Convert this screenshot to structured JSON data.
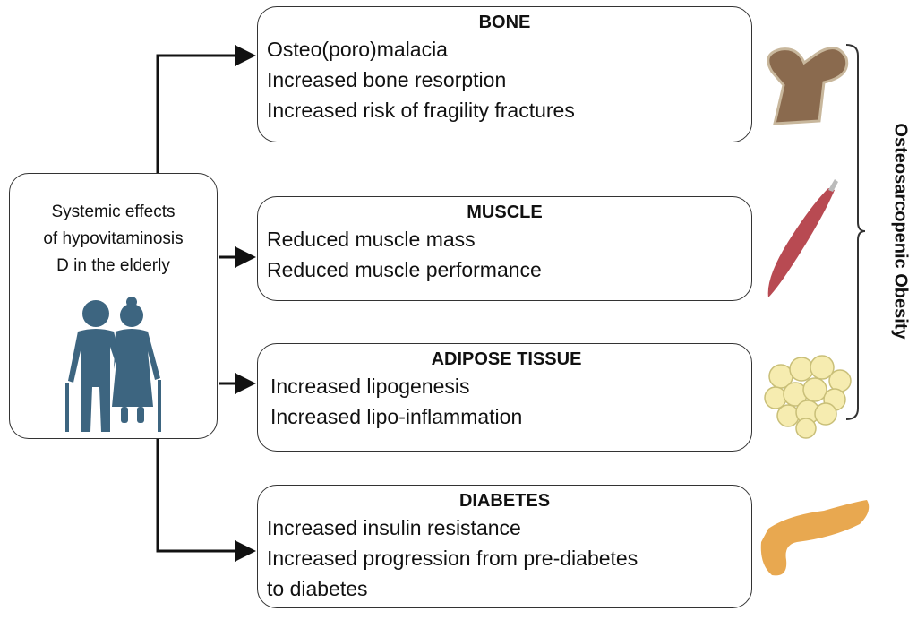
{
  "center": {
    "label_lines": [
      "Systemic effects",
      "of hypovitaminosis",
      "D in the elderly"
    ],
    "icon": "elderly-couple-icon"
  },
  "effects": [
    {
      "title": "BONE",
      "items": [
        "Osteo(poro)malacia",
        "Increased bone resorption",
        "Increased risk of fragility fractures"
      ],
      "icon": "bone-icon"
    },
    {
      "title": "MUSCLE",
      "items": [
        "Reduced muscle mass",
        "Reduced muscle performance"
      ],
      "icon": "muscle-icon"
    },
    {
      "title": "ADIPOSE TISSUE",
      "items": [
        "Increased lipogenesis",
        "Increased lipo-inflammation"
      ],
      "icon": "adipose-cells-icon"
    },
    {
      "title": "DIABETES",
      "items": [
        "Increased insulin resistance",
        "Increased progression from pre-diabetes",
        "to diabetes"
      ],
      "icon": "pancreas-icon"
    }
  ],
  "brace_label": "Osteosarcopenic Obesity",
  "colors": {
    "figure": "#3d6580",
    "line": "#111111"
  }
}
